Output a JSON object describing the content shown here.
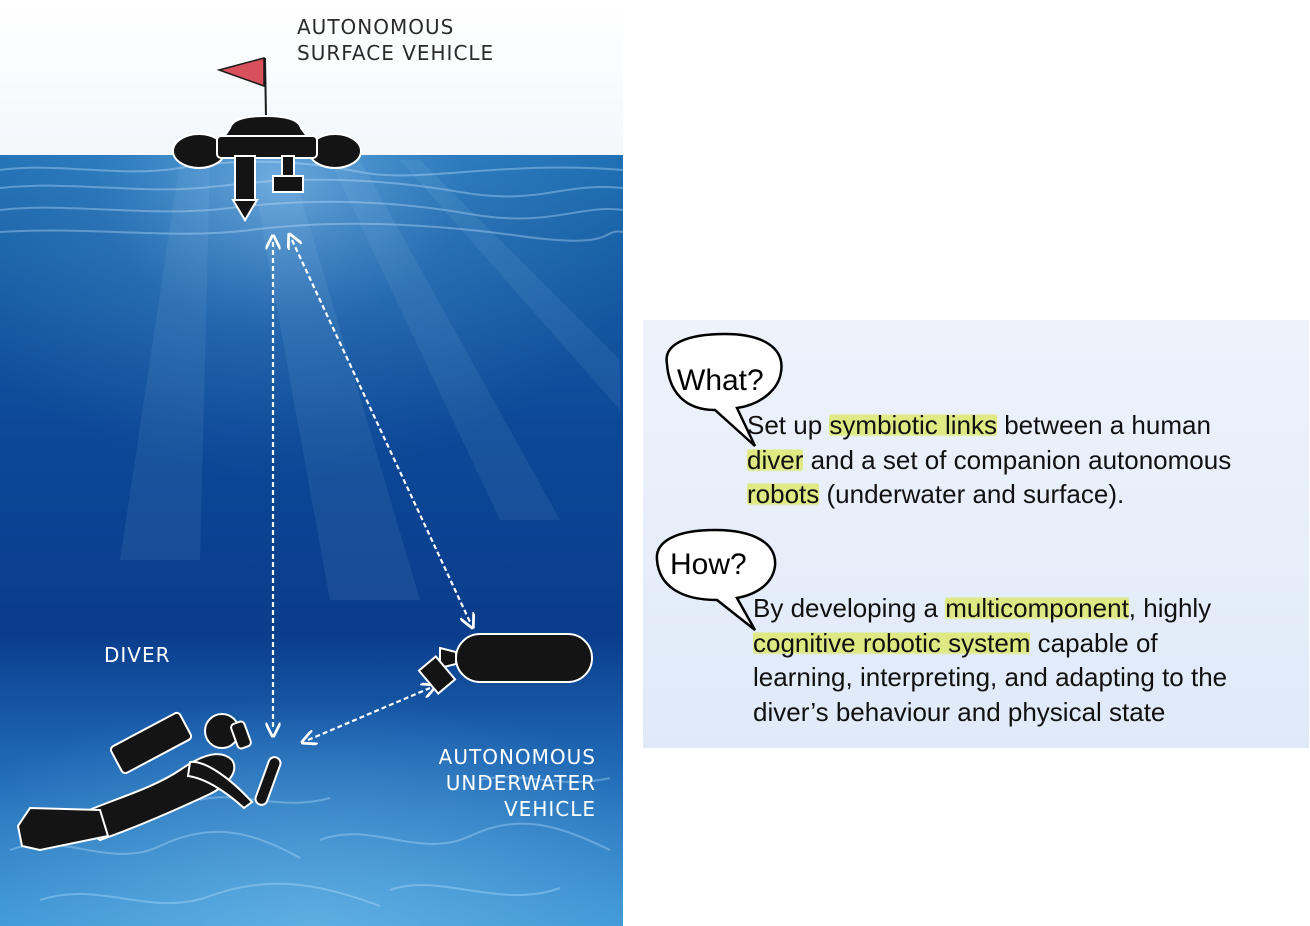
{
  "labels": {
    "asv_line1": "AUTONOMOUS",
    "asv_line2": "SURFACE VEHICLE",
    "diver": "DIVER",
    "auv_line1": "AUTONOMOUS",
    "auv_line2": "UNDERWATER",
    "auv_line3": "VEHICLE"
  },
  "colors": {
    "flag": "#d9505d",
    "ocean_top": "#0f5aa0",
    "ocean_mid": "#0a3f8a",
    "ocean_bottom": "#2a7fc4",
    "highlight": "#dfe86e",
    "silhouette": "#141414"
  },
  "what": {
    "question": "What?",
    "line1_a": "Set up ",
    "line1_hl": "symbiotic links",
    "line1_b": " between a human",
    "line2_hl": "diver",
    "line2_b": " and a set of companion autonomous",
    "line3_hl": "robots",
    "line3_b": " (underwater and surface)."
  },
  "how": {
    "question": "How?",
    "line1_a": "By developing a ",
    "line1_hl": "multicomponent",
    "line1_b": ", highly",
    "line2_hl": "cognitive robotic system",
    "line2_b": " capable of",
    "line3": "learning, interpreting, and adapting to the",
    "line4": "diver’s behaviour and physical state"
  }
}
